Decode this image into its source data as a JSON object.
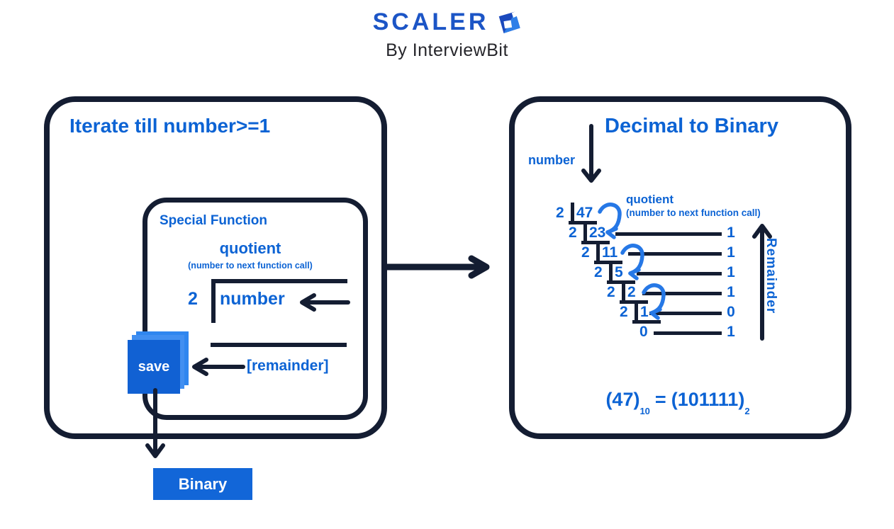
{
  "logo": {
    "brand": "SCALER",
    "byline": "By InterviewBit",
    "cube_icon": "scaler-cube"
  },
  "colors": {
    "diagram_blue": "#0c63d4",
    "outline_navy": "#141d32",
    "curve_arrow_blue": "#2678e6",
    "button_blue": "#1266d8",
    "save_front": "#1161d3",
    "save_back": "#2f86ef",
    "logo_blue": "#1c55c6"
  },
  "left_panel": {
    "title": "Iterate till number>=1",
    "inner_box": {
      "title": "Special Function",
      "quotient_label": "quotient",
      "quotient_sub": "(number to next function call)",
      "divisor": "2",
      "dividend": "number",
      "remainder_label": "[remainder]"
    },
    "save_label": "save",
    "binary_button_label": "Binary"
  },
  "right_panel": {
    "title": "Decimal to Binary",
    "number_label": "number",
    "quotient_label": "quotient",
    "quotient_sub": "(number to next function call)",
    "remainder_axis_label": "Remainder",
    "ladder": {
      "rows": [
        {
          "divisor": "2",
          "dividend": "47"
        },
        {
          "divisor": "2",
          "dividend": "23",
          "remainder": "1"
        },
        {
          "divisor": "2",
          "dividend": "11",
          "remainder": "1"
        },
        {
          "divisor": "2",
          "dividend": "5",
          "remainder": "1"
        },
        {
          "divisor": "2",
          "dividend": "2",
          "remainder": "1"
        },
        {
          "divisor": "2",
          "dividend": "1",
          "remainder": "0"
        },
        {
          "dividend": "0",
          "remainder": "1"
        }
      ]
    },
    "result": {
      "decimal": "(47)",
      "decimal_base": "10",
      "equals": "=",
      "binary": "(101111)",
      "binary_base": "2"
    }
  }
}
